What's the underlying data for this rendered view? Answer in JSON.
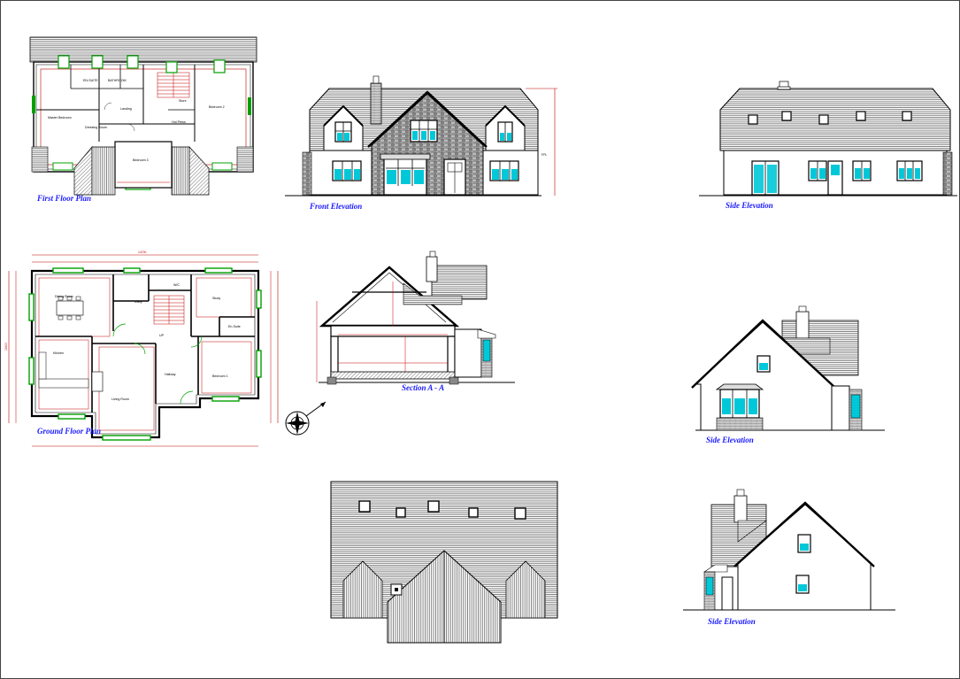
{
  "captions": {
    "first_floor": "First Floor Plan",
    "ground_floor": "Ground Floor Plan",
    "front": "Front Elevation",
    "side_top": "Side Elevation",
    "section": "Section A - A",
    "side_mid": "Side Elevation",
    "side_bottom": "Side Elevation"
  },
  "first_floor_rooms": {
    "en_suite": "EN-SUITE",
    "bathroom": "BATHROOM",
    "master": "Master Bedroom",
    "dressing": "Dressing Room",
    "landing": "Landing",
    "store": "Store",
    "bed2": "Bedroom 2",
    "hot_press": "Hot Press",
    "bed3": "Bedroom 3"
  },
  "ground_floor_rooms": {
    "dining": "Dining Room",
    "utility": "Utility",
    "wc": "W/C",
    "study": "Study",
    "ensuite": "En-Suite",
    "kitchen": "Kitchen",
    "hallway": "Hallway",
    "up": "UP",
    "bed1": "Bedroom 1",
    "living": "Living Room"
  },
  "dims": {
    "gf_overall": "14700",
    "gf_height": "11600",
    "ffl": "FFL"
  },
  "colors": {
    "caption": "#1a1aff",
    "line": "#000000",
    "dimension": "#c00000",
    "window": "#00a000",
    "glass": "#00c8d8",
    "stone": "#888888"
  }
}
